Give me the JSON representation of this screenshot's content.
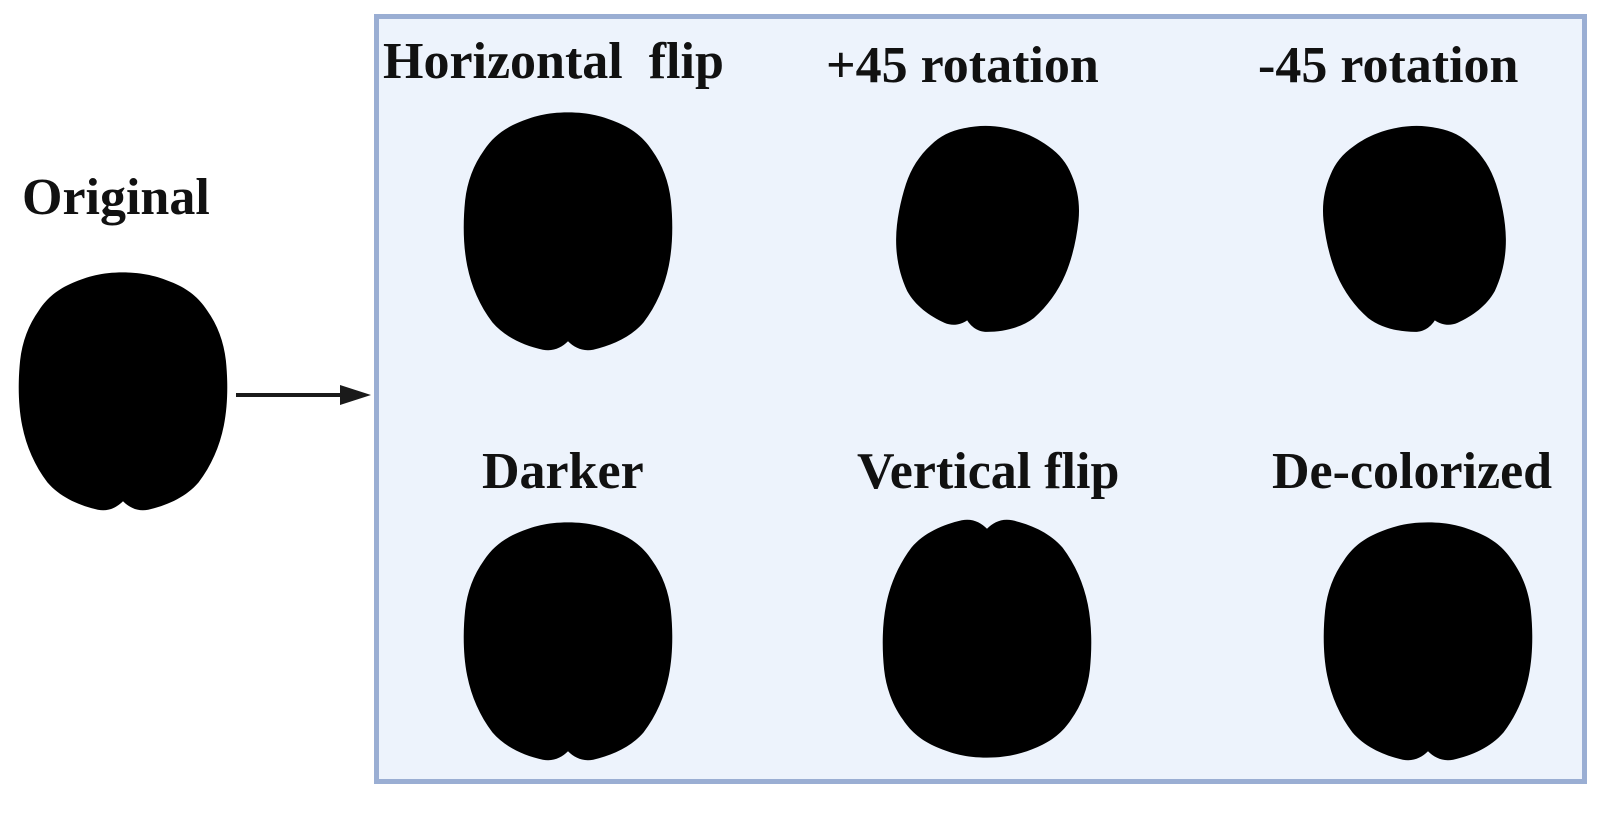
{
  "original": {
    "label": "Original"
  },
  "variants": [
    {
      "label": "Horizontal  flip",
      "tint": "#e8b5ba",
      "outline": "#b8707a"
    },
    {
      "label": "+45 rotation",
      "tint": "#e8b5ba",
      "outline": "#b8707a"
    },
    {
      "label": "-45 rotation",
      "tint": "#e8b5ba",
      "outline": "#b8707a"
    },
    {
      "label": "Darker",
      "tint": "#d08a64",
      "outline": "#a85a36"
    },
    {
      "label": "Vertical flip",
      "tint": "#e8b5ba",
      "outline": "#b8707a"
    },
    {
      "label": "De-colorized",
      "tint": "#b0b3b4",
      "outline": "#6f7375"
    }
  ],
  "colors": {
    "panel_fill": "#edf3fc",
    "panel_border": "#9aaed3",
    "arrow": "#1a1a1a",
    "ventricle": "#ffffff",
    "accent_red": "#d9454b"
  },
  "icons": {
    "brain": "brain-axial-slice-icon",
    "arrow": "arrow-right-icon"
  }
}
